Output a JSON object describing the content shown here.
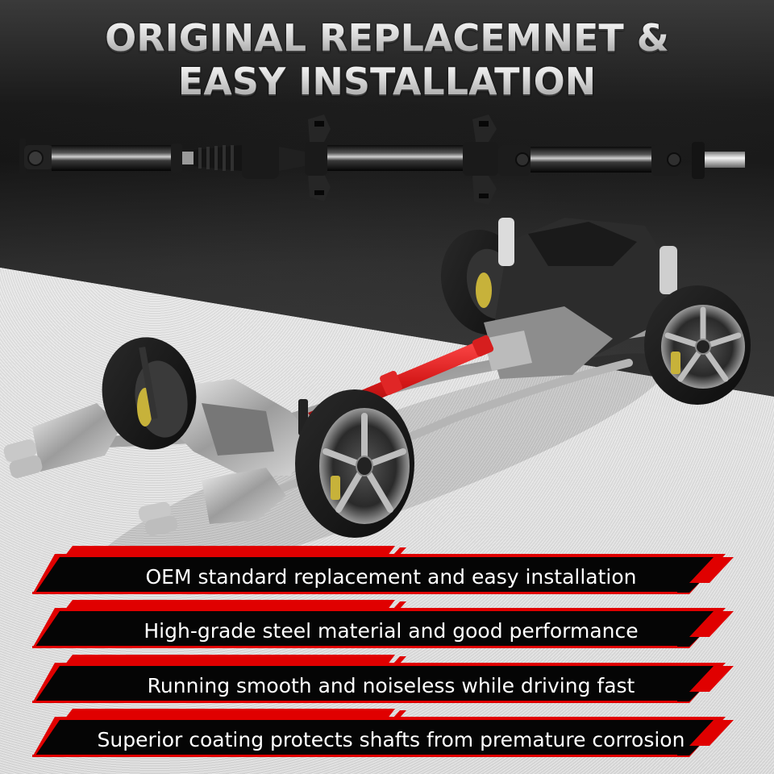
{
  "headline": {
    "line1": "ORIGINAL REPLACEMNET &",
    "line2": "EASY INSTALLATION"
  },
  "product": {
    "name": "drive-shaft",
    "highlight_color": "#d42020"
  },
  "features": [
    {
      "text": "OEM standard replacement and easy installation"
    },
    {
      "text": "High-grade steel material and good performance"
    },
    {
      "text": "Running smooth and noiseless while driving fast"
    },
    {
      "text": "Superior coating protects shafts from premature corrosion"
    }
  ],
  "colors": {
    "accent_red": "#e00000",
    "banner_black": "#050505",
    "background_dark": "#1c1c1c",
    "background_light": "#e4e4e4"
  }
}
